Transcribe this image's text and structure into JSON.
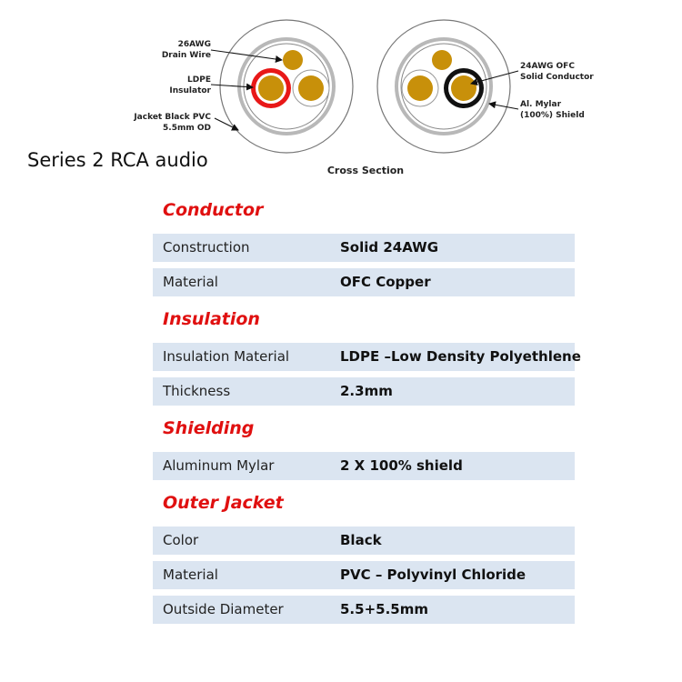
{
  "diagram": {
    "caption": "Cross Section",
    "left_callouts": {
      "drain_wire": [
        "26AWG",
        "Drain Wire"
      ],
      "insulator": [
        "LDPE",
        "Insulator"
      ],
      "jacket": [
        "Jacket Black PVC",
        "5.5mm OD"
      ]
    },
    "right_callouts": {
      "conductor": [
        "24AWG OFC",
        "Solid Conductor"
      ],
      "shield": [
        "Al. Mylar",
        "(100%) Shield"
      ]
    },
    "colors": {
      "copper": "#c8900a",
      "insulator_red": "#e81818",
      "insulator_black": "#111111",
      "shield_gray": "#b8b8b8"
    }
  },
  "product_title": "Series 2 RCA audio",
  "sections": [
    {
      "heading": "Conductor",
      "rows": [
        {
          "label": "Construction",
          "value": "Solid 24AWG"
        },
        {
          "label": "Material",
          "value": "OFC Copper"
        }
      ]
    },
    {
      "heading": "Insulation",
      "rows": [
        {
          "label": "Insulation Material",
          "value": "LDPE –Low Density Polyethlene"
        },
        {
          "label": "Thickness",
          "value": "2.3mm"
        }
      ]
    },
    {
      "heading": "Shielding",
      "rows": [
        {
          "label": "Aluminum Mylar",
          "value": "2 X 100% shield"
        }
      ]
    },
    {
      "heading": "Outer Jacket",
      "rows": [
        {
          "label": "Color",
          "value": "Black"
        },
        {
          "label": "Material",
          "value": "PVC – Polyvinyl Chloride"
        },
        {
          "label": "Outside Diameter",
          "value": "5.5+5.5mm"
        }
      ]
    }
  ]
}
